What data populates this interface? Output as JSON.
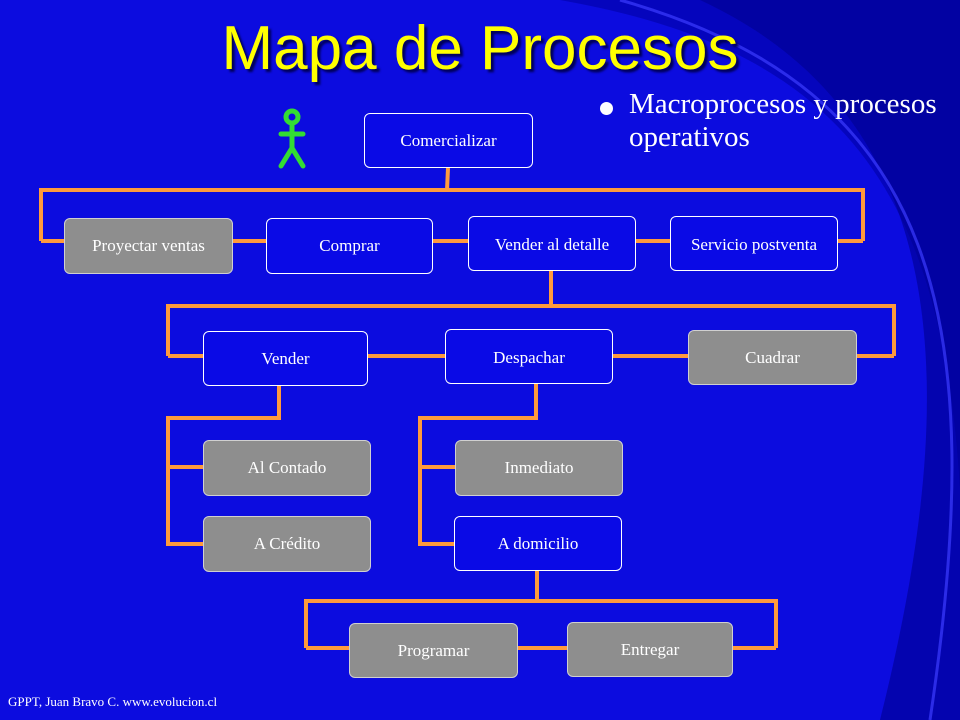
{
  "slide": {
    "title": "Mapa de Procesos",
    "bullet": "Macroprocesos y procesos operativos",
    "footer": "GPPT, Juan Bravo C. www.evolucion.cl"
  },
  "nodes": {
    "comercializar": "Comercializar",
    "proyectar_ventas": "Proyectar ventas",
    "comprar": "Comprar",
    "vender_al_detalle": "Vender al detalle",
    "servicio_postventa": "Servicio postventa",
    "vender": "Vender",
    "despachar": "Despachar",
    "cuadrar": "Cuadrar",
    "al_contado": "Al Contado",
    "a_credito": "A Crédito",
    "inmediato": "Inmediato",
    "a_domicilio": "A domicilio",
    "programar": "Programar",
    "entregar": "Entregar"
  },
  "icons": {
    "actor": "stick-figure-icon"
  },
  "colors": {
    "background": "#0a0adc",
    "title": "#ffff00",
    "connector": "#ff9a3c",
    "node_blue": "#0a0ae6",
    "node_gray": "#8e8e8e",
    "actor": "#33dd33"
  }
}
